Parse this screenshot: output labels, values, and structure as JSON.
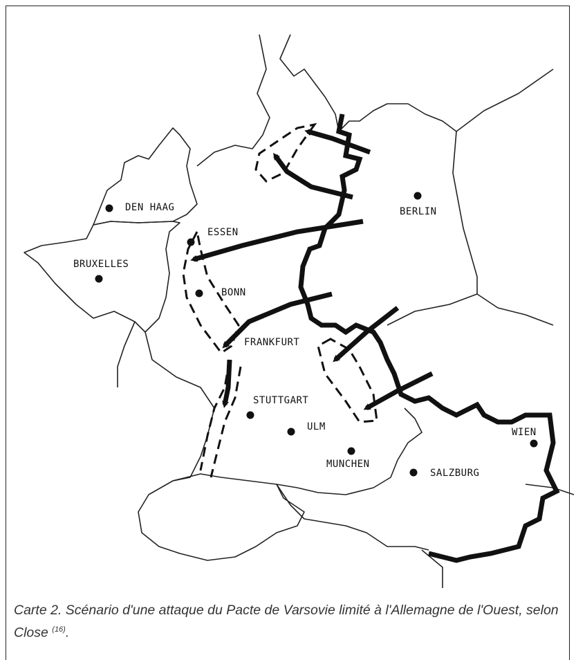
{
  "map": {
    "cities": [
      {
        "name": "DEN HAAG"
      },
      {
        "name": "ESSEN"
      },
      {
        "name": "BRUXELLES"
      },
      {
        "name": "BONN"
      },
      {
        "name": "BERLIN"
      },
      {
        "name": "FRANKFURT"
      },
      {
        "name": "STUTTGART"
      },
      {
        "name": "ULM"
      },
      {
        "name": "MUNCHEN"
      },
      {
        "name": "SALZBURG"
      },
      {
        "name": "WIEN"
      }
    ]
  },
  "caption": {
    "text": "Carte 2. Scénario d'une attaque du Pacte de Varsovie limité à l'Allemagne de l'Ouest, selon Close",
    "reference": "(16)",
    "end": "."
  }
}
